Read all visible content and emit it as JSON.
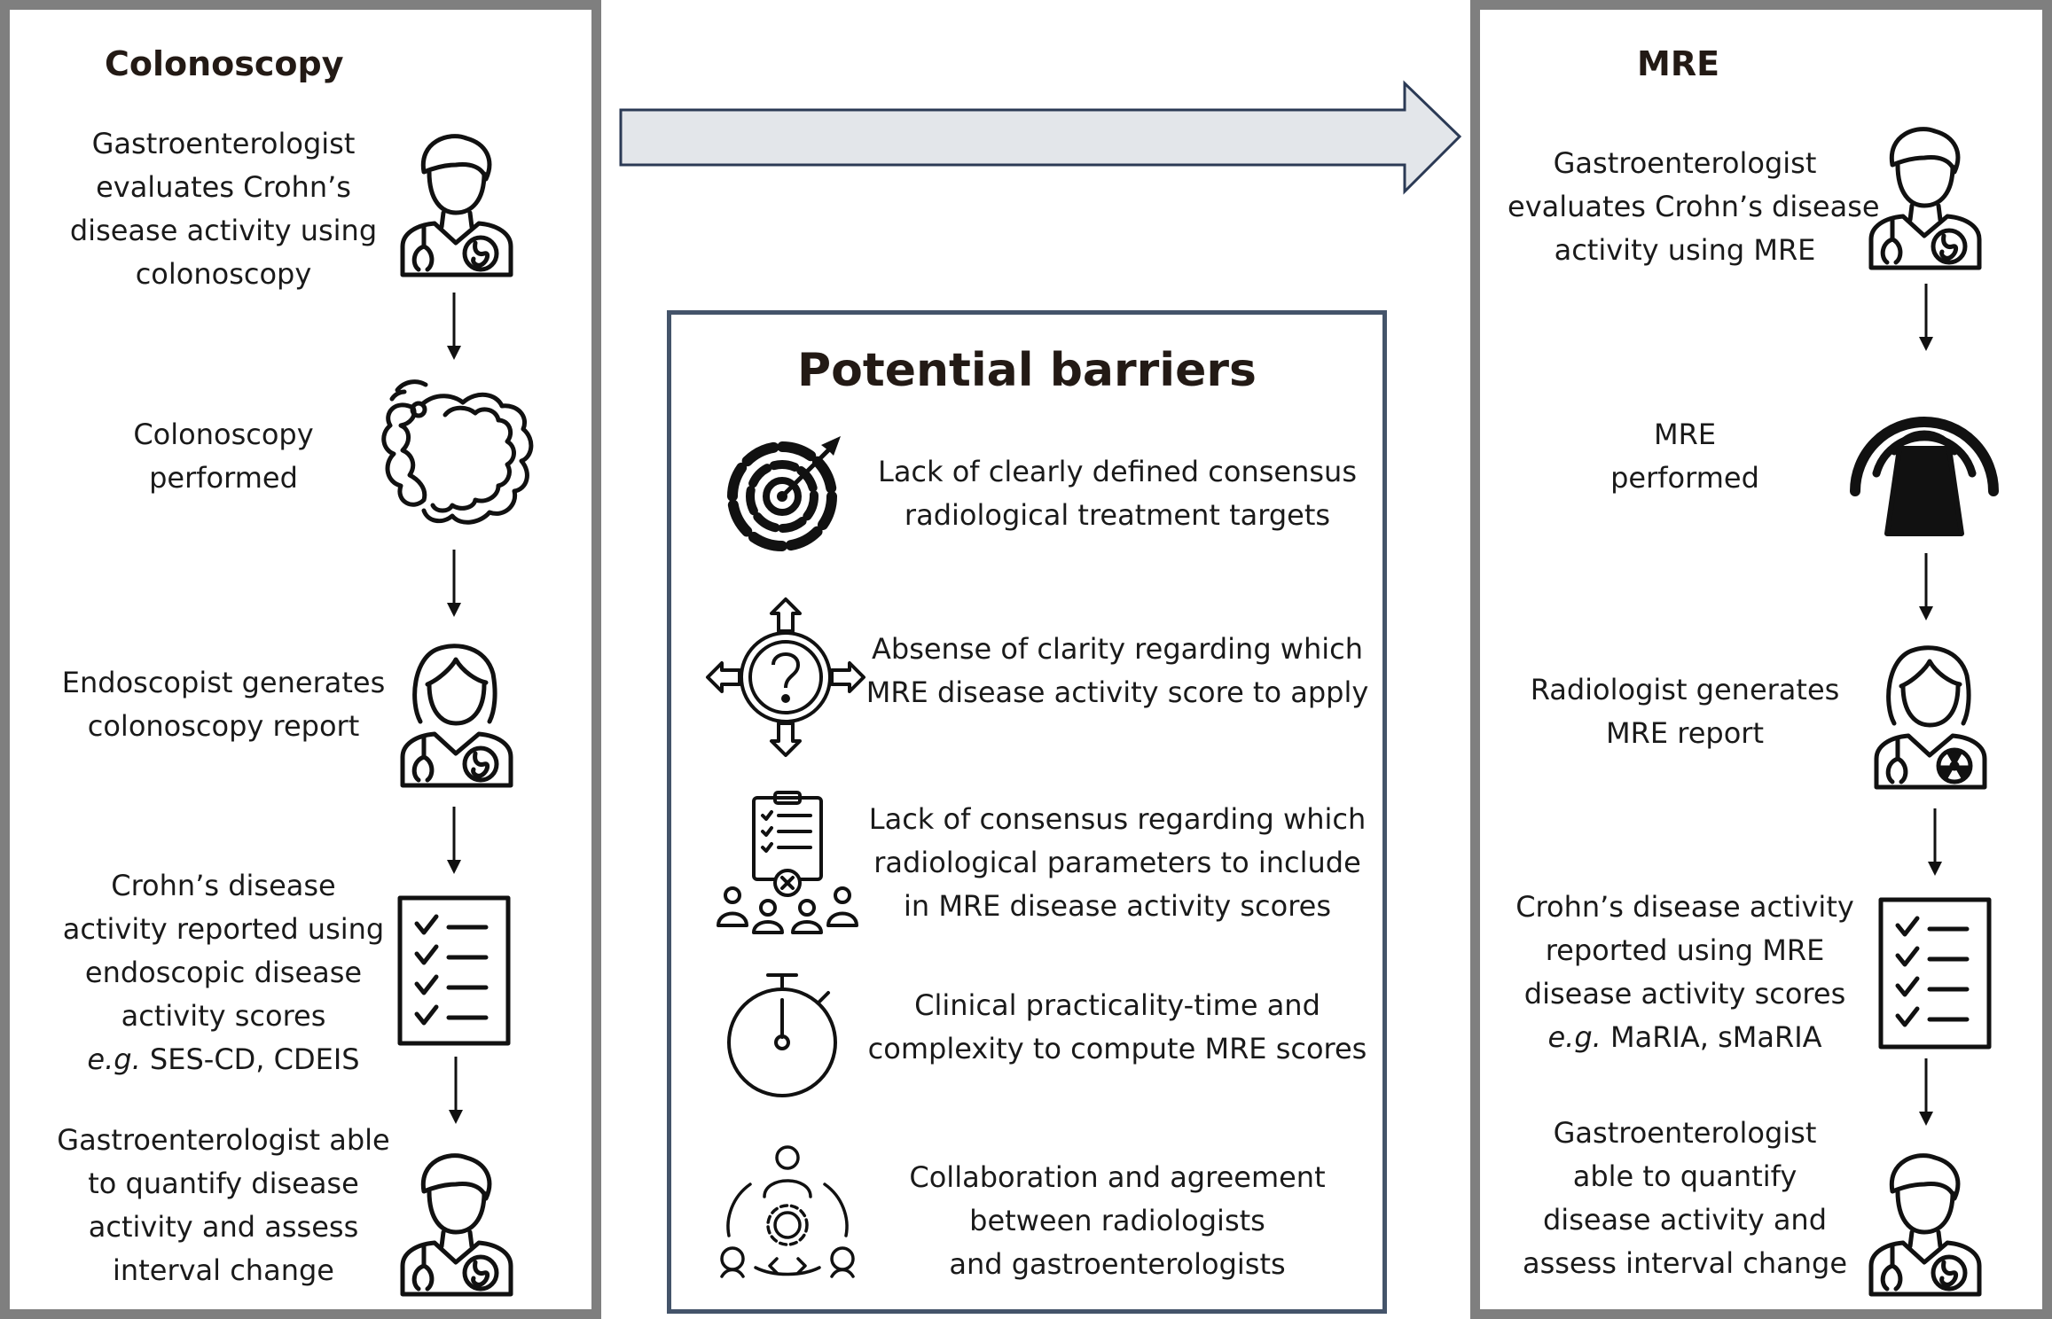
{
  "colonoscopy": {
    "title": "Colonoscopy",
    "step1": [
      "Gastroenterologist",
      "evaluates Crohn’s",
      "disease activity using",
      "colonoscopy"
    ],
    "step2": [
      "Colonoscopy",
      "performed"
    ],
    "step3": [
      "Endoscopist generates",
      "colonoscopy report"
    ],
    "step4": [
      "Crohn’s disease",
      "activity reported using",
      "endoscopic disease",
      "activity scores"
    ],
    "step4_eg": "e.g.",
    "step4_scores": " SES-CD, CDEIS",
    "step5": [
      "Gastroenterologist able",
      "to quantify disease",
      "activity and assess",
      "interval change"
    ]
  },
  "mre": {
    "title": "MRE",
    "step1": [
      "Gastroenterologist",
      "evaluates Crohn’s disease",
      "activity using MRE"
    ],
    "step2": [
      "MRE",
      "performed"
    ],
    "step3": [
      "Radiologist generates",
      "MRE report"
    ],
    "step4": [
      "Crohn’s disease activity",
      "reported using MRE",
      "disease activity scores"
    ],
    "step4_eg": "e.g.",
    "step4_scores": " MaRIA, sMaRIA",
    "step5": [
      "Gastroenterologist",
      "able to quantify",
      "disease activity and",
      "assess interval change"
    ]
  },
  "barriers": {
    "title": "Potential barriers",
    "items": [
      {
        "icon": "target-icon",
        "lines": [
          "Lack of clearly defined consensus",
          "radiological treatment targets"
        ]
      },
      {
        "icon": "question-compass-icon",
        "lines": [
          "Absense of clarity regarding which",
          "MRE disease activity score to apply"
        ]
      },
      {
        "icon": "checklist-group-icon",
        "lines": [
          "Lack of consensus regarding which",
          "radiological parameters to include",
          "in MRE disease activity scores"
        ]
      },
      {
        "icon": "stopwatch-icon",
        "lines": [
          "Clinical practicality-time and",
          "complexity to compute MRE scores"
        ]
      },
      {
        "icon": "collaboration-icon",
        "lines": [
          "Collaboration and agreement",
          "between radiologists",
          "and gastroenterologists"
        ]
      }
    ]
  },
  "colors": {
    "panel_border": "#7f7f7f",
    "barrier_border": "#44546a",
    "arrow_fill": "#e3e6ea",
    "arrow_stroke": "#2b3a55"
  }
}
